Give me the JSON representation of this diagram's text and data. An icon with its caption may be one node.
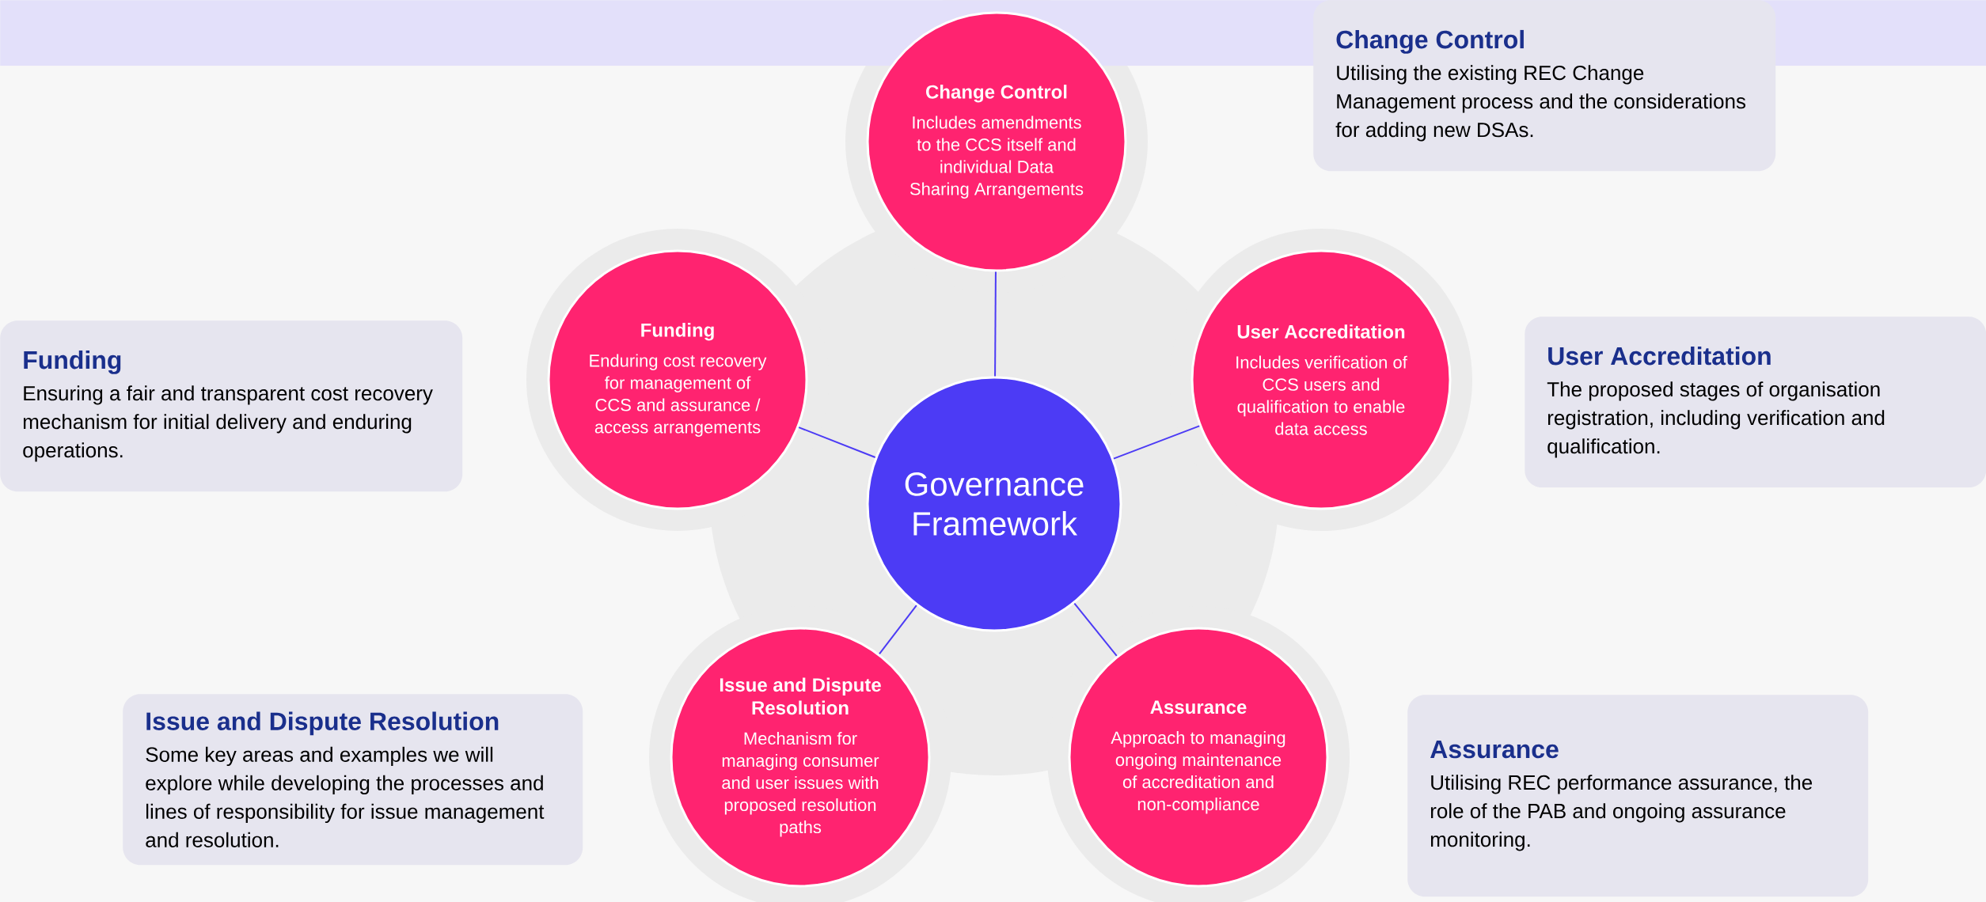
{
  "diagram": {
    "nodes": [
      {
        "text": [],
        "shape": "bar"
      },
      {
        "text": [
          "Governance Framework"
        ]
      },
      {
        "text": [
          "Change Control",
          "Includes amendments to the CCS itself and individual Data Sharing Arrangements"
        ]
      },
      {
        "text": [
          "Funding",
          "Enduring cost recovery for management of CCS and assurance / access arrangements"
        ]
      },
      {
        "text": [
          "User Accreditation",
          "Includes verification of CCS users and qualification to enable data access"
        ]
      },
      {
        "text": [
          "Issue and Dispute Resolution",
          "Mechanism for managing consumer and user issues with proposed resolution paths"
        ]
      },
      {
        "text": [
          "Assurance",
          "Approach to managing ongoing maintenance of accreditation and non-compliance"
        ]
      },
      {
        "text": [
          "Change Control",
          "Utilising the existing REC Change Management process and the considerations for adding new DSAs."
        ]
      },
      {
        "text": [
          "Funding",
          "Ensuring a fair and transparent cost recovery mechanism for initial delivery and enduring operations."
        ]
      },
      {
        "text": [
          "User Accreditation",
          "The proposed stages of organisation registration, including verification and qualification."
        ]
      },
      {
        "text": [
          "Issue and Dispute Resolution",
          "Some key areas and examples we will explore while developing the processes and lines of responsibility for issue management and resolution."
        ]
      },
      {
        "text": [
          "Assurance",
          "Utilising REC performance assurance, the role of the PAB and ongoing assurance monitoring."
        ]
      }
    ],
    "edges": [
      {
        "from": 1,
        "to": 2,
        "arrow": "none"
      },
      {
        "from": 1,
        "to": 3,
        "arrow": "none"
      },
      {
        "from": 1,
        "to": 4,
        "arrow": "none"
      },
      {
        "from": 1,
        "to": 5,
        "arrow": "none"
      },
      {
        "from": 1,
        "to": 6,
        "arrow": "none"
      }
    ]
  }
}
